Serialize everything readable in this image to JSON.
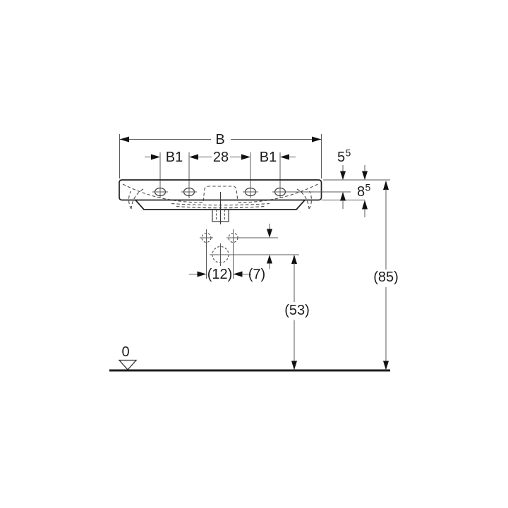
{
  "page": {
    "background_color": "#ffffff",
    "line_color": "#555555",
    "ink_color": "#1c1c1c"
  },
  "drawing": {
    "kind": "washbasin front-elevation dimension drawing",
    "labels": {
      "overall_width": "B",
      "b1_left": "B1",
      "tap_hole_spacing": "28",
      "b1_right": "B1",
      "rim_to_taphole_base": "5",
      "rim_to_taphole_sup": "5",
      "rim_to_apron_base": "8",
      "rim_to_apron_sup": "5",
      "fixing_hole_spacing": "(12)",
      "fixing_to_trap_offset": "(7)",
      "trap_height": "(53)",
      "overall_height": "(85)",
      "datum_level": "0"
    }
  }
}
